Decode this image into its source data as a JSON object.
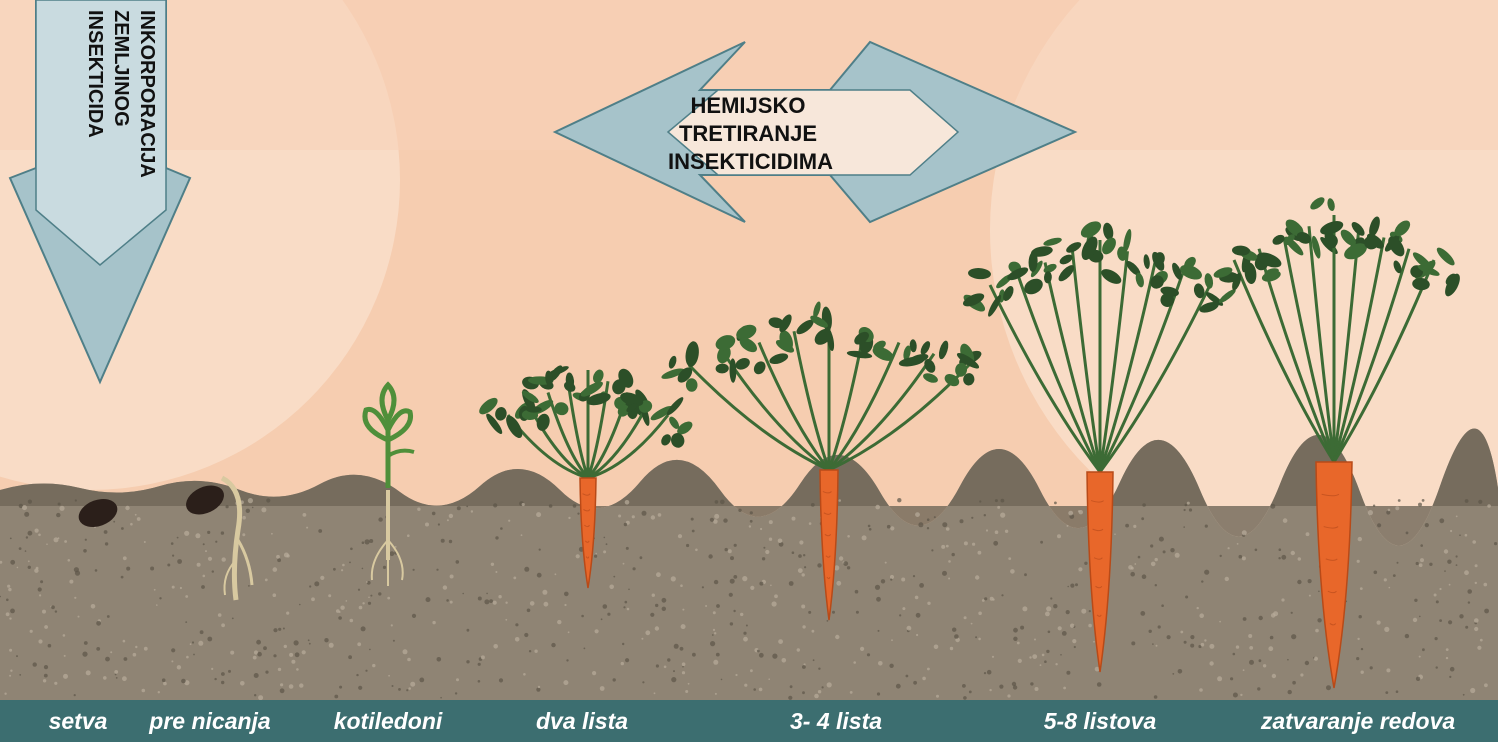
{
  "diagram": {
    "vertical_arrow": {
      "lines": [
        "INKORPORACIJA",
        "ZEMLJINOG",
        "INSEKTICIDA"
      ]
    },
    "double_arrow": {
      "lines": [
        "HEMIJSKO",
        "TRETIRANJE",
        "INSEKTICIDIMA"
      ]
    },
    "stages": [
      {
        "label": "setva"
      },
      {
        "label": "pre nicanja"
      },
      {
        "label": "kotiledoni"
      },
      {
        "label": "dva lista"
      },
      {
        "label": "3- 4 lista"
      },
      {
        "label": "5-8 listova"
      },
      {
        "label": "zatvaranje redova"
      }
    ]
  },
  "colors": {
    "sky": "#f6cdb0",
    "glow": "#f9dcc6",
    "soil": "#8f8474",
    "soil_dark": "#6f6658",
    "label_bar": "#3c6e70",
    "arrow_fill": "#a6c3ca",
    "arrow_stroke": "#4f7f88",
    "carrot": "#e8672a",
    "leaf": "#3c6b35",
    "leaf_dark": "#2c4f28",
    "seed": "#2b1f1a",
    "root": "#d8c9a0"
  }
}
